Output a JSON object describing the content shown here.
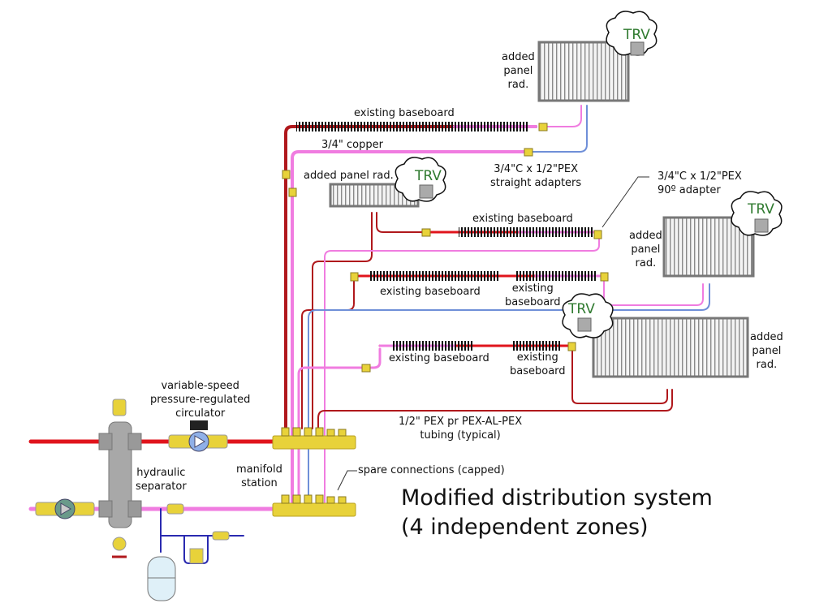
{
  "title": {
    "line1": "Modified distribution system",
    "line2": "(4 independent zones)"
  },
  "labels": {
    "existing_baseboard": "existing baseboard",
    "existing_baseboard_stacked": "existing\nbaseboard",
    "copper": "3/4\" copper",
    "straight_adapters": "3/4\"C x 1/2\"PEX\nstraight adapters",
    "angle_adapter": "3/4\"C x 1/2\"PEX\n90º adapter",
    "added_panel_rad": "added panel rad.",
    "added_panel_rad_stacked": "added\npanel\nrad.",
    "trv": "TRV",
    "circulator": "variable-speed\npressure-regulated\ncirculator",
    "hydraulic_separator": "hydraulic\nseparator",
    "manifold_station": "manifold\nstation",
    "spare_connections": "spare connections (capped)",
    "tubing": "1/2\" PEX pr PEX-AL-PEX\ntubing (typical)"
  },
  "colors": {
    "supply": "#e0141c",
    "supply_dark": "#b0181c",
    "return": "#f07ce0",
    "cold_return": "#6f8fd8",
    "makeup_water": "#2a2ab0",
    "brass": "#e8d23a",
    "radiator": "#c8c8c8",
    "trv_text": "#2f7a2f"
  },
  "components": {
    "zones": 4,
    "manifold_ports_supply": 6,
    "manifold_ports_return": 6,
    "spare_ports": 2
  }
}
